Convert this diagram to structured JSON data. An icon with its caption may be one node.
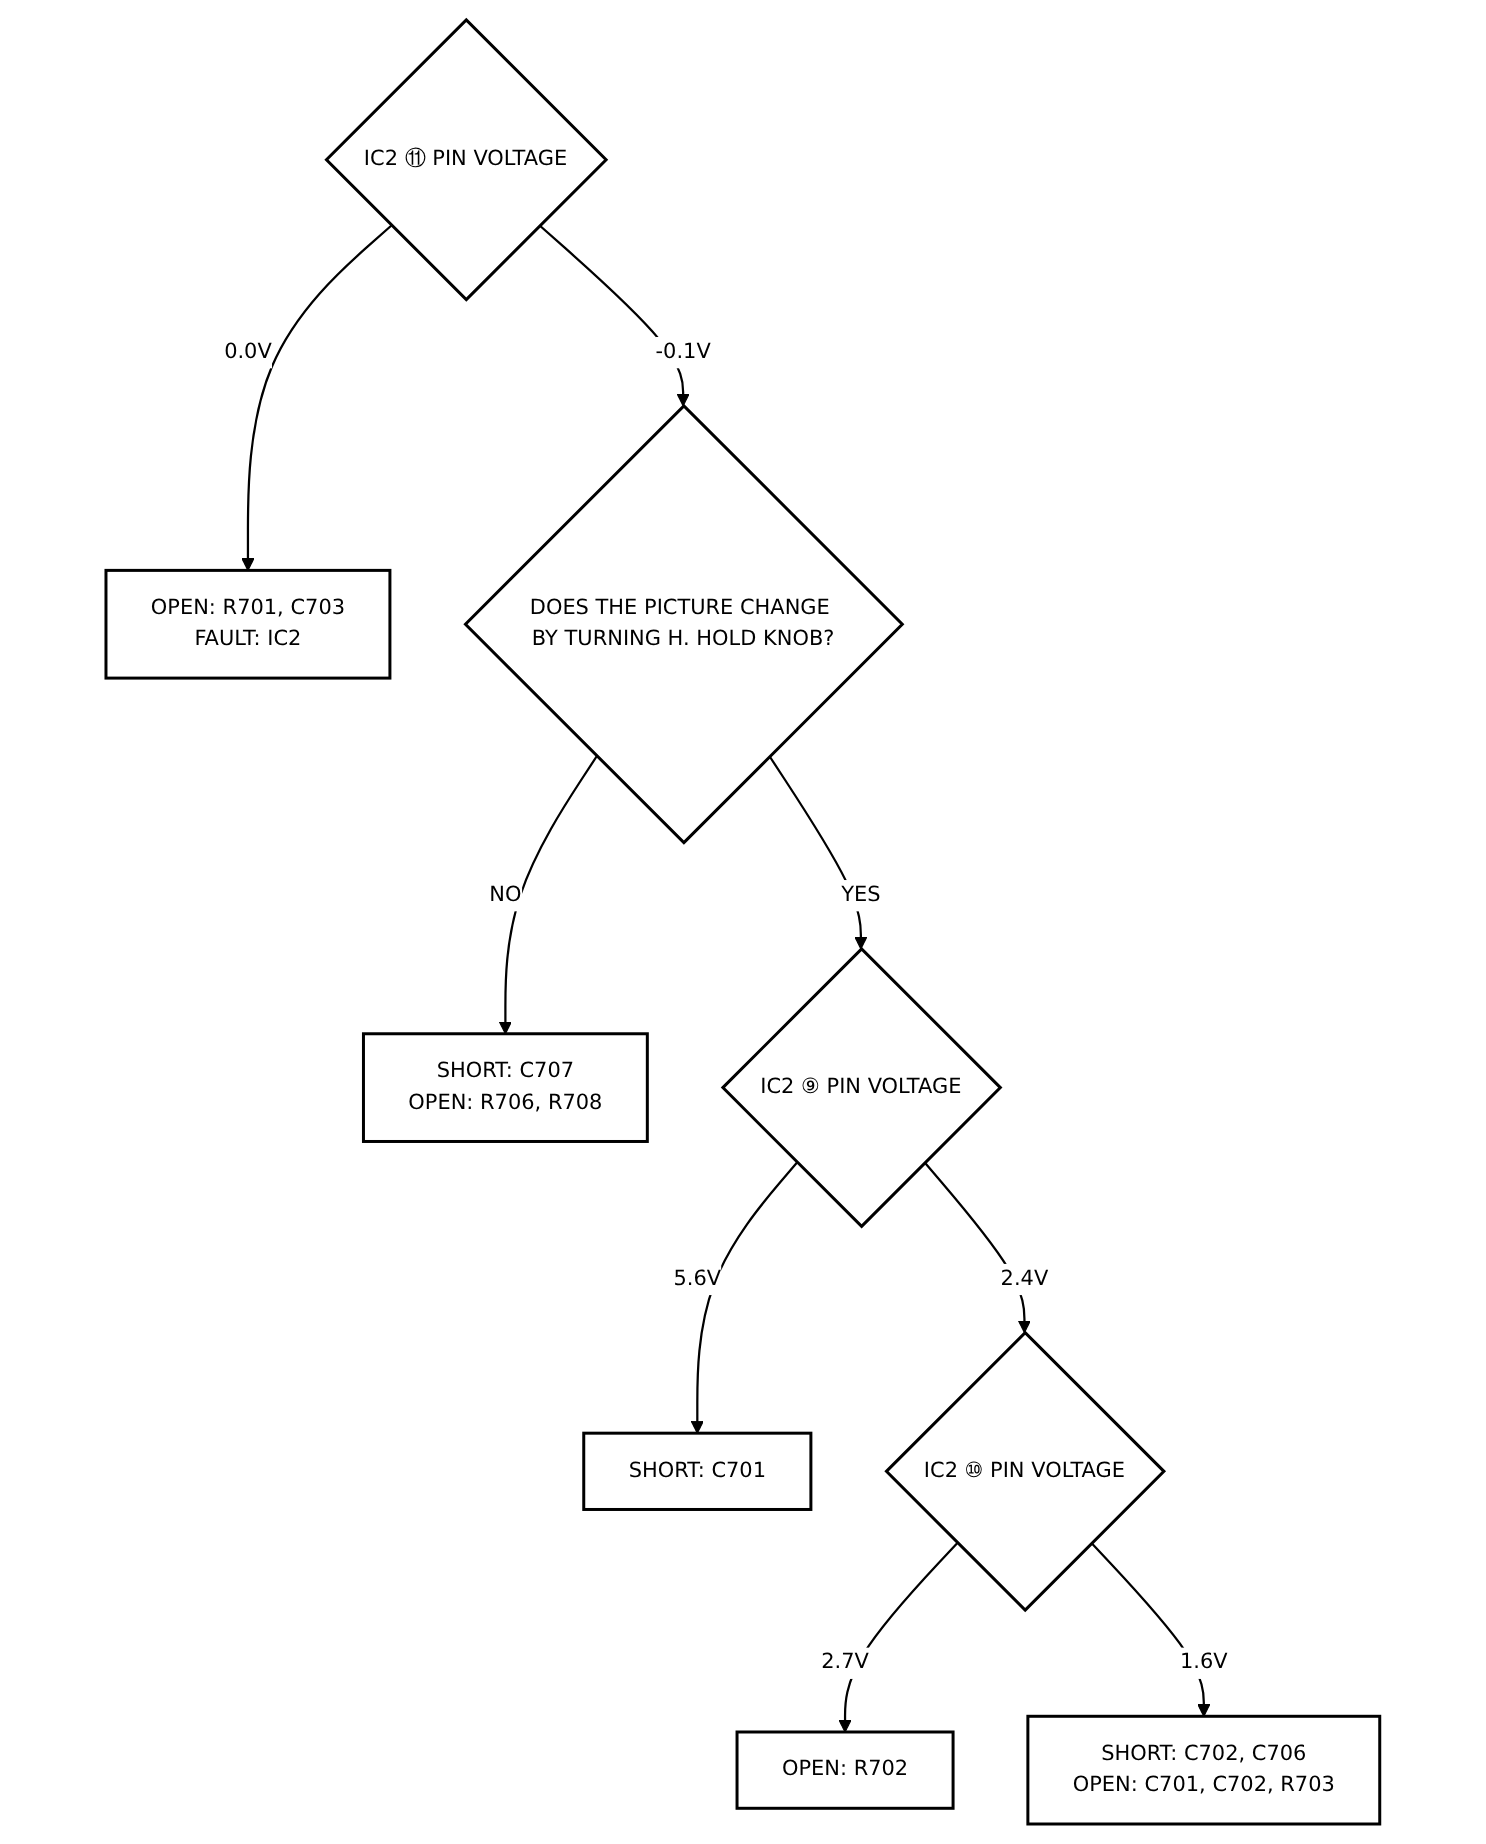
{
  "diagram": {
    "nodes": [
      {
        "text": [
          "IC2 ⑪ PIN VOLTAGE"
        ]
      },
      {
        "text": [
          "OPEN: R701, C703",
          "FAULT: IC2"
        ]
      },
      {
        "text": [
          "DOES THE PICTURE CHANGE BY TURNING H. HOLD KNOB?"
        ]
      },
      {
        "text": [
          "SHORT: C707",
          "OPEN: R706, R708"
        ]
      },
      {
        "text": [
          "IC2 ⑨ PIN VOLTAGE"
        ]
      },
      {
        "text": [
          "SHORT: C701"
        ]
      },
      {
        "text": [
          "IC2 ⑩ PIN VOLTAGE"
        ]
      },
      {
        "text": [
          "OPEN: R702"
        ]
      },
      {
        "text": [
          "SHORT: C702, C706",
          "OPEN: C701, C702, R703"
        ]
      }
    ],
    "edges": [
      {
        "from": 0,
        "to": 1,
        "arrow": "to",
        "label": "0.0V"
      },
      {
        "from": 0,
        "to": 2,
        "arrow": "to",
        "label": "-0.1V"
      },
      {
        "from": 2,
        "to": 3,
        "arrow": "to",
        "label": "NO"
      },
      {
        "from": 2,
        "to": 4,
        "arrow": "to",
        "label": "YES"
      },
      {
        "from": 4,
        "to": 5,
        "arrow": "to",
        "label": "5.6V"
      },
      {
        "from": 4,
        "to": 6,
        "arrow": "to",
        "label": "2.4V"
      },
      {
        "from": 6,
        "to": 7,
        "arrow": "to",
        "label": "2.7V"
      },
      {
        "from": 6,
        "to": 8,
        "arrow": "to",
        "label": "1.6V"
      }
    ]
  }
}
